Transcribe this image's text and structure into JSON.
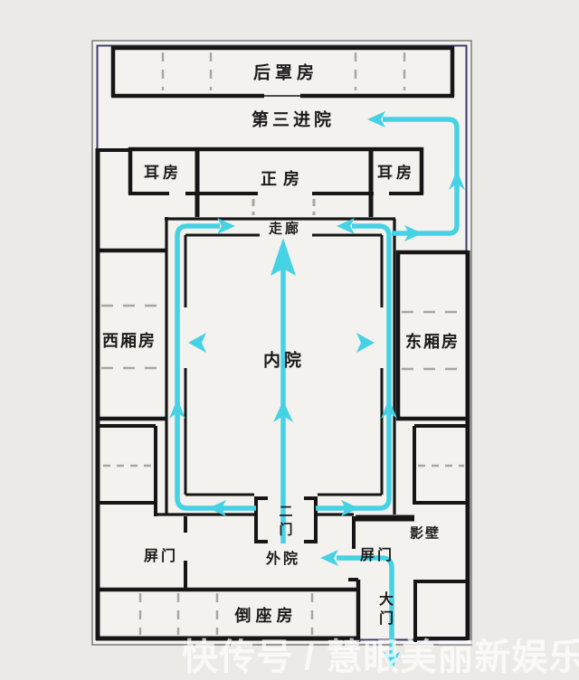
{
  "plan": {
    "rooms": {
      "rear_house": "后罩房",
      "third_courtyard": "第三进院",
      "ear_room_left": "耳房",
      "ear_room_right": "耳房",
      "main_house": "正房",
      "corridor": "走廊",
      "west_wing": "西厢房",
      "east_wing": "东厢房",
      "inner_courtyard": "内院",
      "second_gate": "二门",
      "screen_wall": "影壁",
      "screen_door_left": "屏门",
      "screen_door_right": "屏门",
      "outer_courtyard": "外院",
      "reversed_seat_house": "倒座房",
      "main_gate": "大门"
    },
    "watermark": "快传号 / 慧眼美丽新娱乐",
    "colors": {
      "route": "#45d2e5",
      "wall": "#161616",
      "frame_inner": "#3c3c6e",
      "frame_outer": "#7a7a78",
      "dashes": "#a8a6a2",
      "background": "#eceae6",
      "paper": "#f3f2ee"
    }
  }
}
